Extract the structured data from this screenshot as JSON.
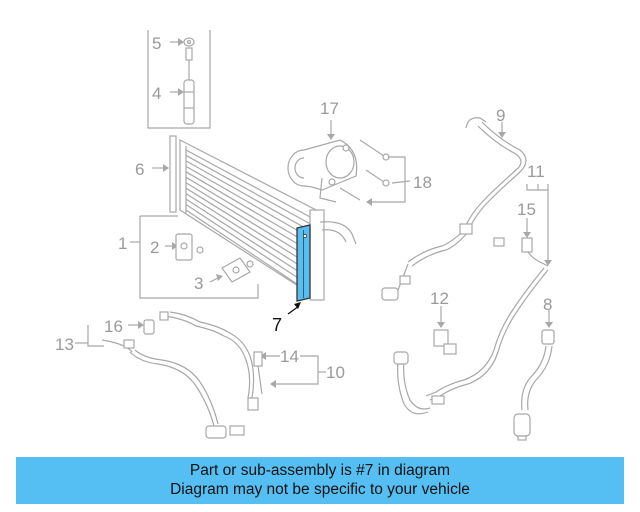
{
  "callouts": {
    "c1": "1",
    "c2": "2",
    "c3": "3",
    "c4": "4",
    "c5": "5",
    "c6": "6",
    "c7": "7",
    "c8": "8",
    "c9": "9",
    "c10": "10",
    "c11": "11",
    "c12": "12",
    "c13": "13",
    "c14": "14",
    "c15": "15",
    "c16": "16",
    "c17": "17",
    "c18": "18"
  },
  "highlight_color": "#55bff3",
  "banner": {
    "line1": "Part or sub-assembly is #7 in diagram",
    "line2": "Diagram may not be specific to your vehicle"
  }
}
